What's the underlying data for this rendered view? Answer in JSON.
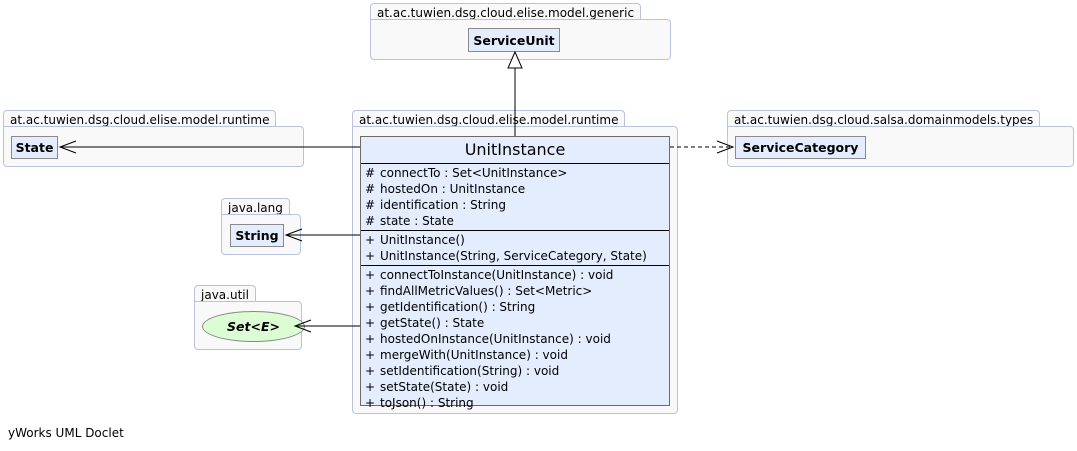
{
  "packages": {
    "generic": "at.ac.tuwien.dsg.cloud.elise.model.generic",
    "runtime_left": "at.ac.tuwien.dsg.cloud.elise.model.runtime",
    "runtime_main": "at.ac.tuwien.dsg.cloud.elise.model.runtime",
    "salsa": "at.ac.tuwien.dsg.cloud.salsa.domainmodels.types",
    "lang": "java.lang",
    "util": "java.util"
  },
  "classes": {
    "service_unit": "ServiceUnit",
    "state": "State",
    "service_category": "ServiceCategory",
    "string": "String",
    "set": "Set<E>"
  },
  "unit_instance": {
    "name": "UnitInstance",
    "fields": [
      {
        "vis": "#",
        "text": "connectTo : Set<UnitInstance>"
      },
      {
        "vis": "#",
        "text": "hostedOn : UnitInstance"
      },
      {
        "vis": "#",
        "text": "identification : String"
      },
      {
        "vis": "#",
        "text": "state : State"
      }
    ],
    "constructors": [
      {
        "vis": "+",
        "text": "UnitInstance()"
      },
      {
        "vis": "+",
        "text": "UnitInstance(String, ServiceCategory, State)"
      }
    ],
    "methods": [
      {
        "vis": "+",
        "text": "connectToInstance(UnitInstance) : void"
      },
      {
        "vis": "+",
        "text": "findAllMetricValues() : Set<Metric>"
      },
      {
        "vis": "+",
        "text": "getIdentification() : String"
      },
      {
        "vis": "+",
        "text": "getState() : State"
      },
      {
        "vis": "+",
        "text": "hostedOnInstance(UnitInstance) : void"
      },
      {
        "vis": "+",
        "text": "mergeWith(UnitInstance) : void"
      },
      {
        "vis": "+",
        "text": "setIdentification(String) : void"
      },
      {
        "vis": "+",
        "text": "setState(State) : void"
      },
      {
        "vis": "+",
        "text": "toJson() : String"
      }
    ]
  },
  "footer": "yWorks UML Doclet"
}
